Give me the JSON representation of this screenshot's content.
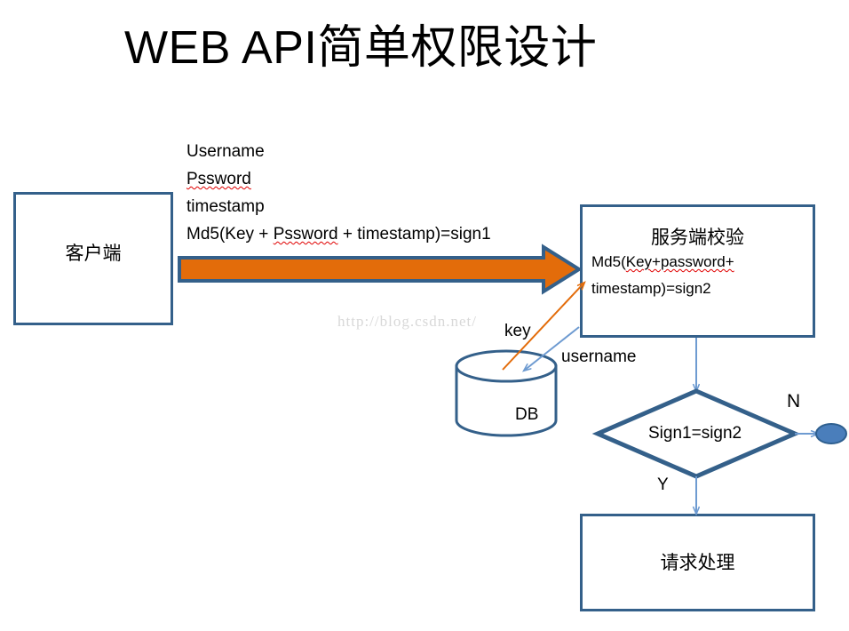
{
  "title": "WEB API简单权限设计",
  "watermark": "http://blog.csdn.net/",
  "request": {
    "line1": "Username",
    "line2": "Pssword",
    "line3": "timestamp",
    "line4_a": "Md5(Key + ",
    "line4_b": "Pssword",
    "line4_c": " + timestamp)=sign1"
  },
  "nodes": {
    "client": {
      "label": "客户端"
    },
    "server": {
      "title": "服务端校验",
      "formula_line1_a": "Md5(",
      "formula_line1_b": "Key+password+",
      "formula_line2": "timestamp)=sign2"
    },
    "database": {
      "label": "DB"
    },
    "decision": {
      "label": "Sign1=sign2"
    },
    "process": {
      "label": "请求处理"
    },
    "terminator": {
      "label": ""
    }
  },
  "edges": {
    "request_arrow": "request-arrow",
    "key_label": "key",
    "username_label": "username",
    "no_label": "N",
    "yes_label": "Y"
  },
  "colors": {
    "shape_outline": "#34608A",
    "arrow_fill": "#E36C0A",
    "thin_arrow": "#6E9BD1",
    "terminator_fill": "#4A7EBB",
    "spellcheck_underline": "#E00000",
    "watermark": "#D8D8D8",
    "text": "#000000",
    "background": "#FFFFFF"
  }
}
